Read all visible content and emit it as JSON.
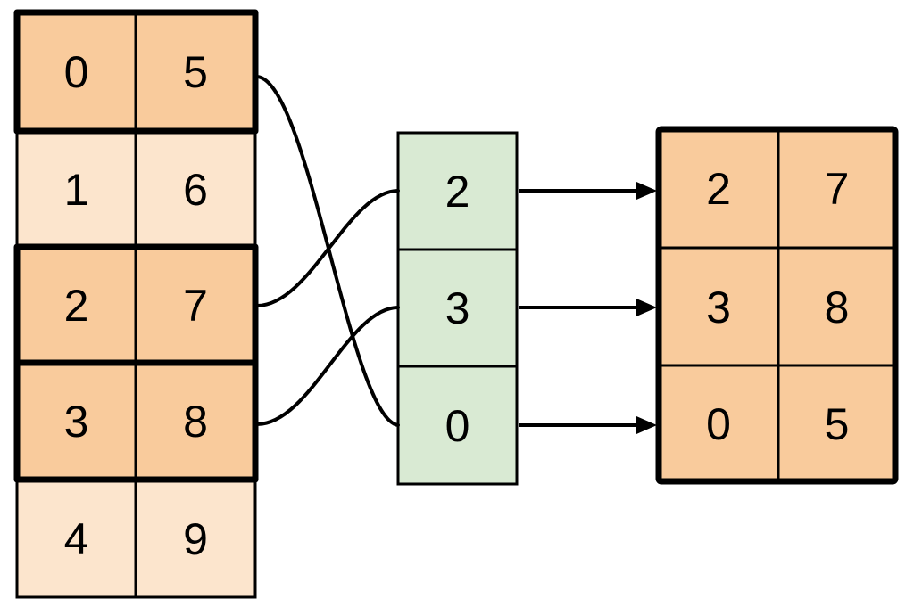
{
  "colors": {
    "highlight_fill": "#f9cb9c",
    "default_fill": "#fce5cd",
    "index_fill": "#d9ead3",
    "stroke": "#000000",
    "background": "#ffffff"
  },
  "source_table": {
    "rows": [
      {
        "cells": [
          "0",
          "5"
        ],
        "highlighted": true
      },
      {
        "cells": [
          "1",
          "6"
        ],
        "highlighted": false
      },
      {
        "cells": [
          "2",
          "7"
        ],
        "highlighted": true
      },
      {
        "cells": [
          "3",
          "8"
        ],
        "highlighted": true
      },
      {
        "cells": [
          "4",
          "9"
        ],
        "highlighted": false
      }
    ]
  },
  "index_column": {
    "cells": [
      "2",
      "3",
      "0"
    ]
  },
  "result_table": {
    "rows": [
      {
        "cells": [
          "2",
          "7"
        ]
      },
      {
        "cells": [
          "3",
          "8"
        ]
      },
      {
        "cells": [
          "0",
          "5"
        ]
      }
    ]
  },
  "connections": {
    "curves": [
      {
        "from_source_row": 0,
        "to_index_cell": 2
      },
      {
        "from_source_row": 2,
        "to_index_cell": 0
      },
      {
        "from_source_row": 3,
        "to_index_cell": 1
      }
    ],
    "arrows": [
      {
        "from_index_cell": 0,
        "to_result_row": 0
      },
      {
        "from_index_cell": 1,
        "to_result_row": 1
      },
      {
        "from_index_cell": 2,
        "to_result_row": 2
      }
    ]
  }
}
